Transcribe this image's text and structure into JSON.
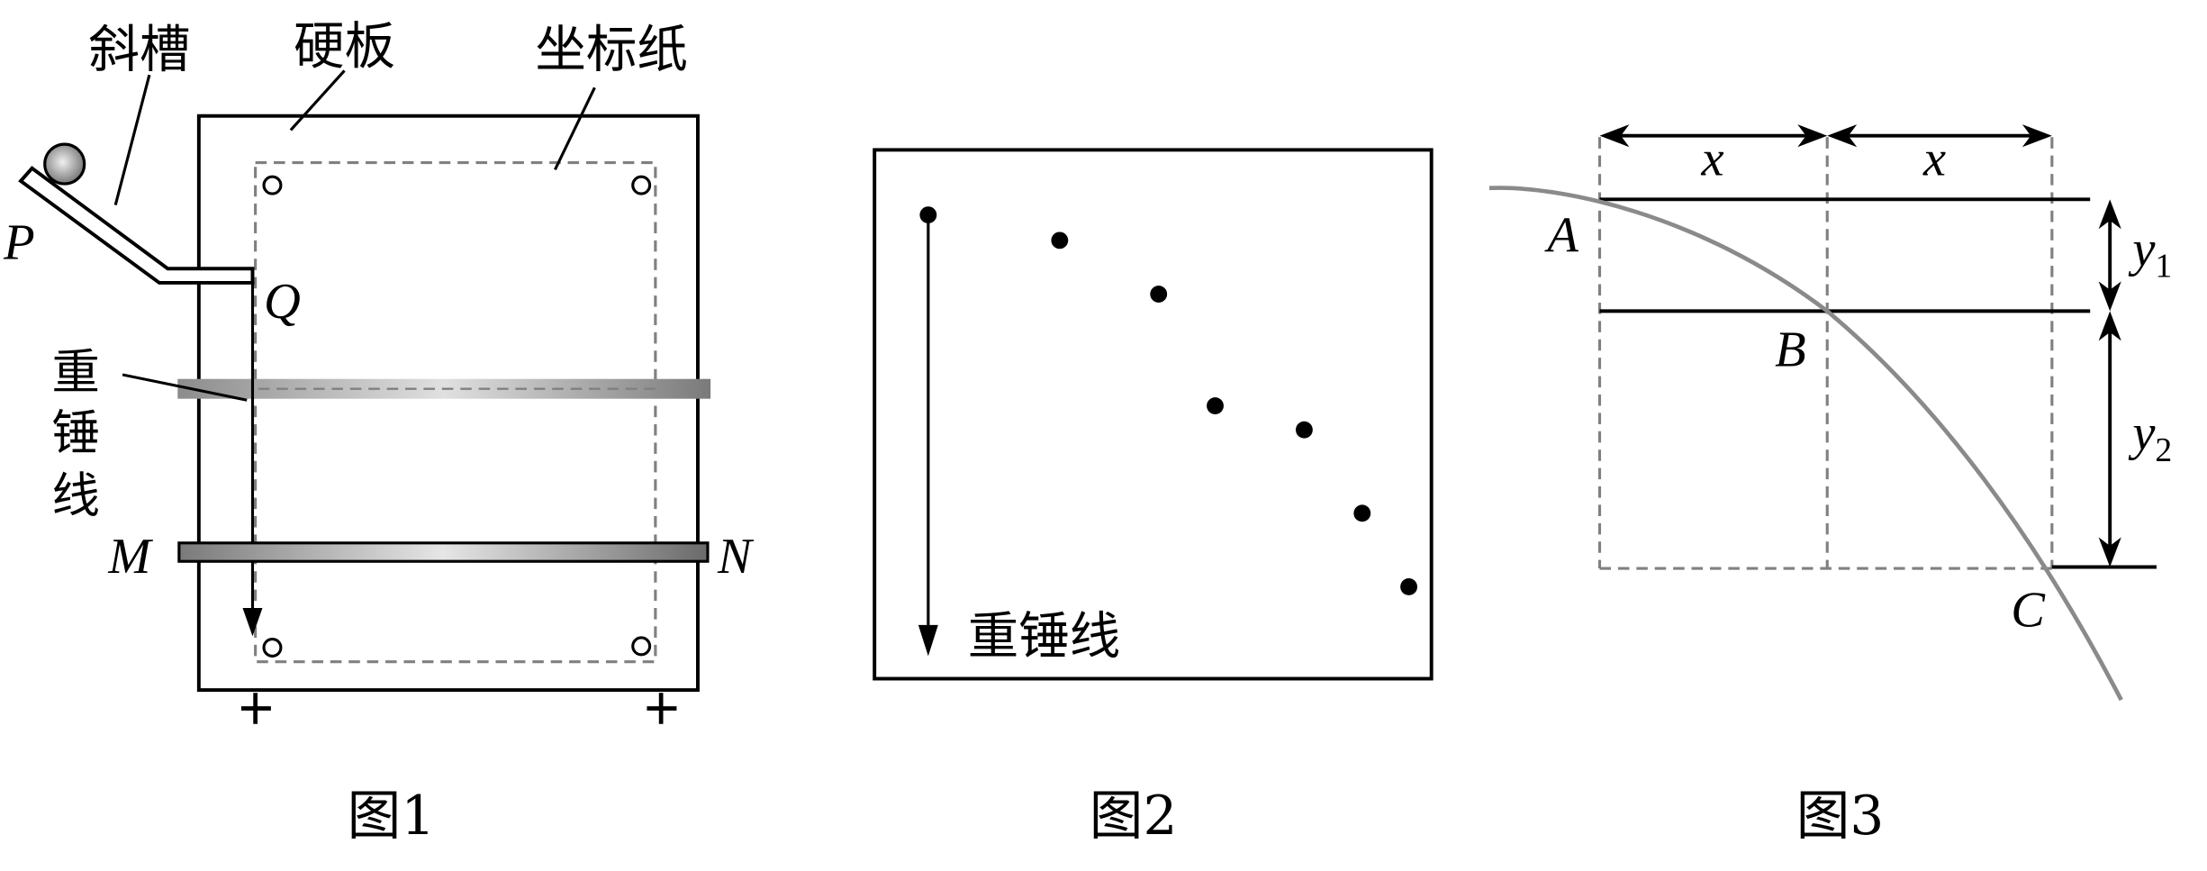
{
  "figure1": {
    "caption": "图1",
    "labels": {
      "chute": "斜槽",
      "board": "硬板",
      "grid_paper": "坐标纸",
      "plumb_line": [
        "重",
        "锤",
        "线"
      ],
      "P": "P",
      "Q": "Q",
      "M": "M",
      "N": "N"
    }
  },
  "figure2": {
    "caption": "图2",
    "plumb_label": "重锤线"
  },
  "figure3": {
    "caption": "图3",
    "labels": {
      "x1": "x",
      "x2": "x",
      "A": "A",
      "B": "B",
      "C": "C",
      "y1": "y",
      "y1_sub": "1",
      "y2": "y",
      "y2_sub": "2"
    }
  },
  "colors": {
    "line": "#000000",
    "dashed": "#808080",
    "curve": "#8a8a8a"
  }
}
